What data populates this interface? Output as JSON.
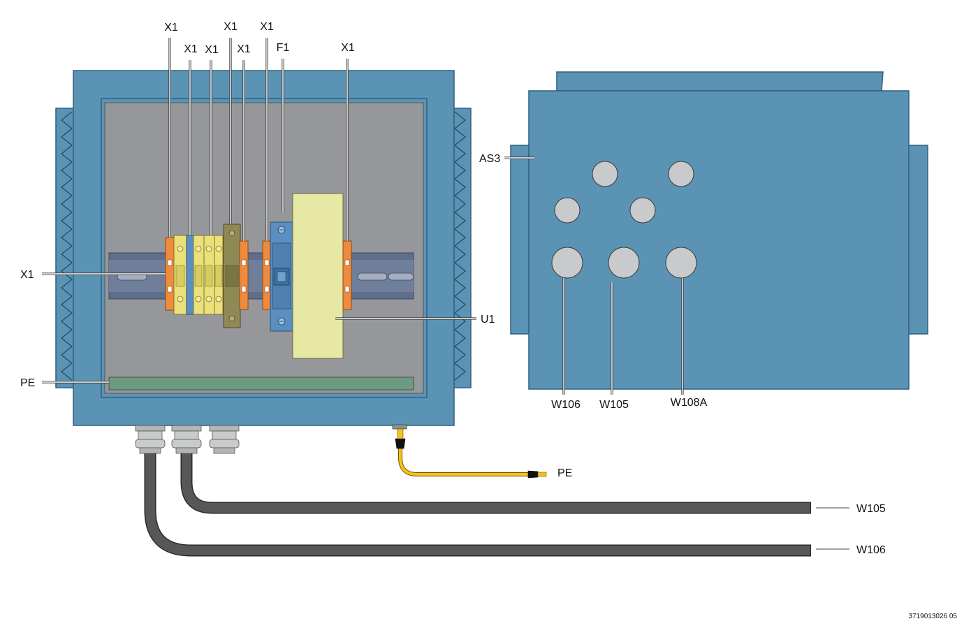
{
  "labels": {
    "x1_top_1": "X1",
    "x1_top_2": "X1",
    "x1_top_3": "X1",
    "x1_top_4": "X1",
    "x1_top_5": "X1",
    "x1_top_6": "X1",
    "f1": "F1",
    "x1_top_7": "X1",
    "x1_left": "X1",
    "pe_left": "PE",
    "u1": "U1",
    "as3": "AS3",
    "w106_bottom": "W106",
    "w105_bottom": "W105",
    "w108a_bottom": "W108A",
    "pe_cable": "PE",
    "w105_cable": "W105",
    "w106_cable": "W106"
  },
  "drawing_number": "3719013026 05",
  "colors": {
    "enclosure": "#5b93b5",
    "enclosure_edge": "#2f5f7e",
    "backplate": "#96979b",
    "din_rail": "#5f6e8a",
    "terminal_orange": "#f08a3c",
    "terminal_yellow": "#ece07a",
    "terminal_blue": "#5a8fc0",
    "terminal_olive": "#8f8a55",
    "transformer": "#e6e8a4",
    "pe_bar": "#6f9a82",
    "gland": "#c8cacb",
    "cable_gray": "#575757",
    "cable_yellow": "#f3c21b",
    "hole": "#c9cacc"
  }
}
